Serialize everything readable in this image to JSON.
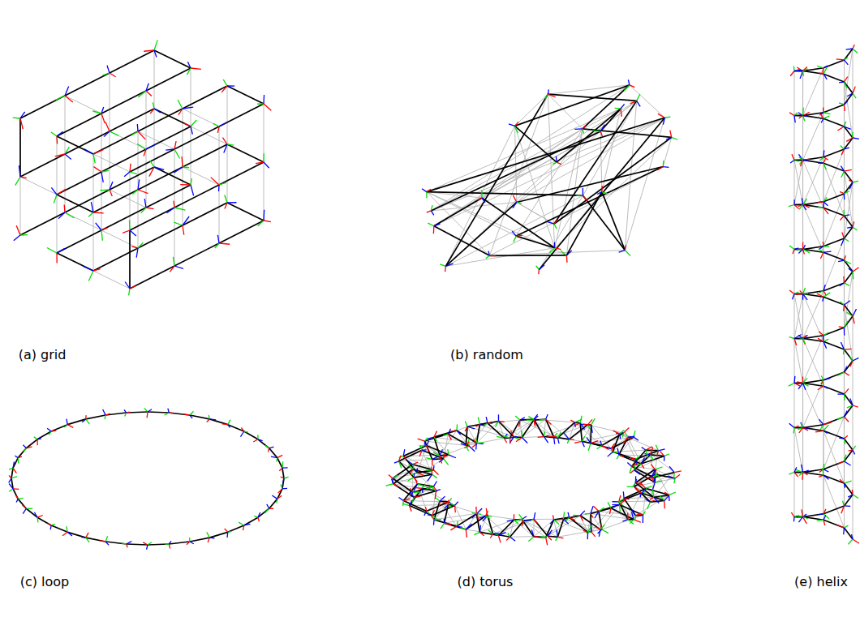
{
  "diagram": {
    "labels": [
      "(a) grid",
      "(b) random",
      "(c) loop",
      "(d) torus",
      "(e) helix"
    ]
  }
}
